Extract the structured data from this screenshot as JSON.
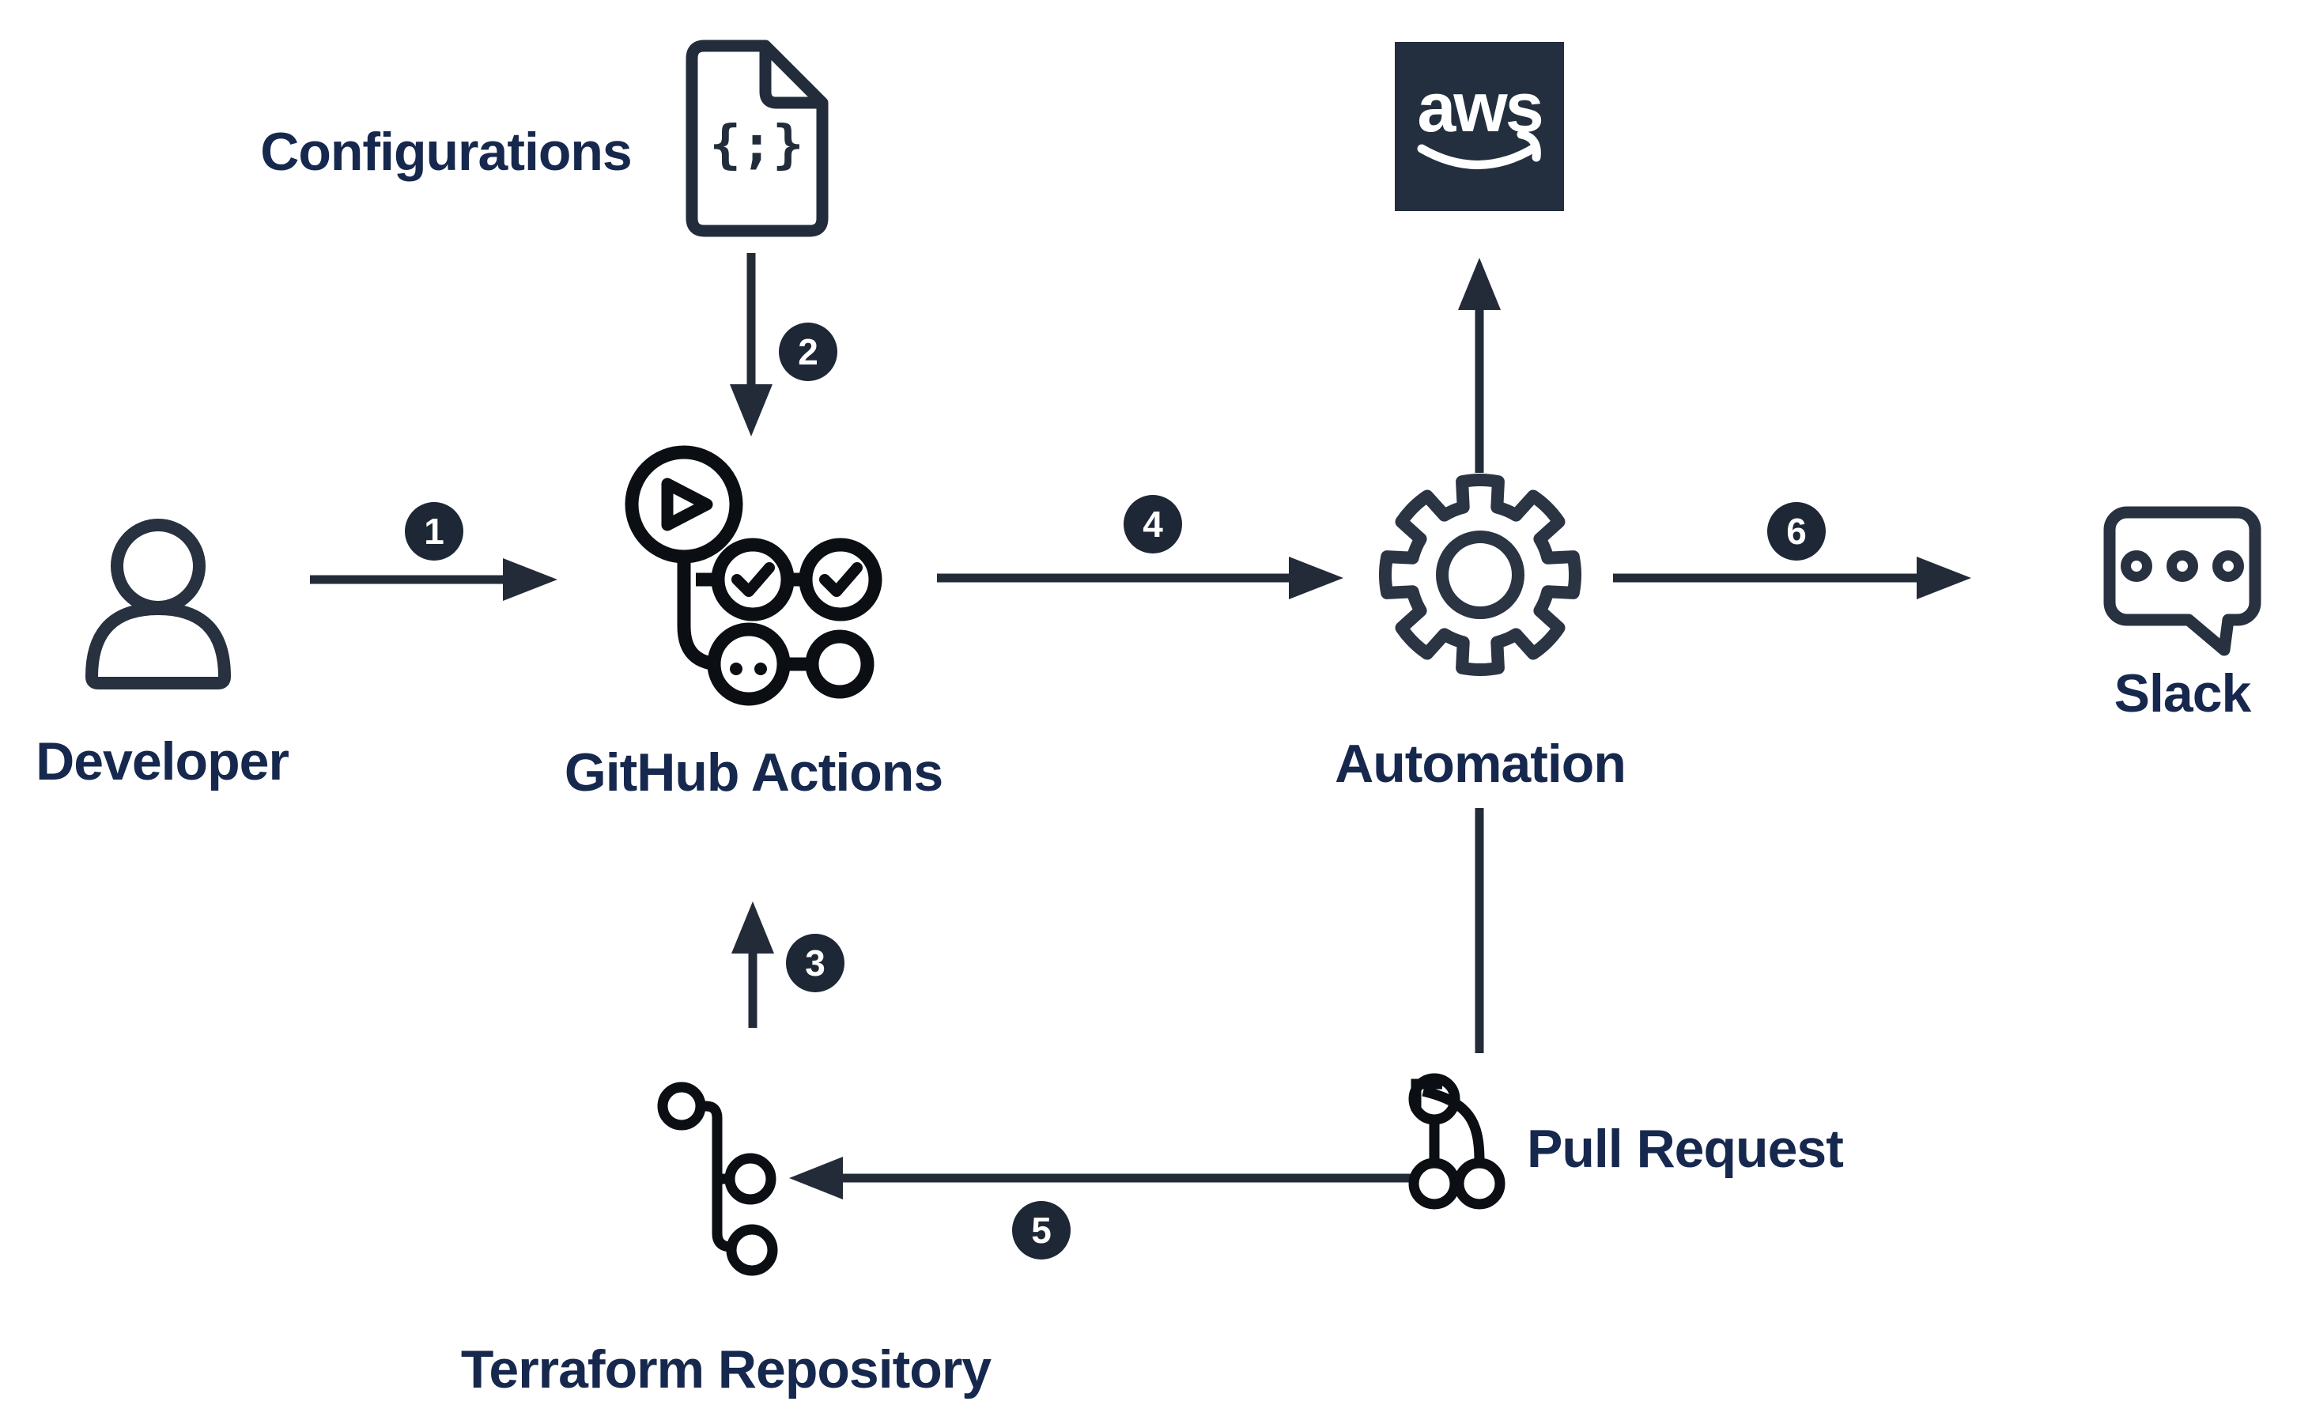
{
  "colors": {
    "background": "#ffffff",
    "label_text": "#16284d",
    "icon_stroke": "#27313f",
    "git_icon_stroke": "#0b0e13",
    "arrow": "#232b39",
    "badge_bg": "#1e2735",
    "badge_text": "#ffffff",
    "aws_box_bg": "#232f3e",
    "aws_logo": "#ffffff"
  },
  "nodes": {
    "developer": {
      "label": "Developer",
      "icon": "person-icon"
    },
    "configurations": {
      "label": "Configurations",
      "icon": "code-document-icon",
      "icon_glyph": "{;}"
    },
    "github_actions": {
      "label": "GitHub Actions",
      "icon": "github-actions-workflow-icon"
    },
    "automation": {
      "label": "Automation",
      "icon": "gear-icon"
    },
    "aws": {
      "label": "aws",
      "icon": "aws-logo-icon"
    },
    "slack": {
      "label": "Slack",
      "icon": "chat-bubble-icon"
    },
    "pull_request": {
      "label": "Pull Request",
      "icon": "git-pull-request-icon"
    },
    "terraform_repository": {
      "label": "Terraform Repository",
      "icon": "git-branch-icon"
    }
  },
  "steps": [
    {
      "number": "1",
      "from": "Developer",
      "to": "GitHub Actions"
    },
    {
      "number": "2",
      "from": "Configurations",
      "to": "GitHub Actions"
    },
    {
      "number": "3",
      "from": "Terraform Repository",
      "to": "GitHub Actions"
    },
    {
      "number": "4",
      "from": "GitHub Actions",
      "to": "Automation"
    },
    {
      "number": "5",
      "from": "Pull Request",
      "to": "Terraform Repository"
    },
    {
      "number": "6",
      "from": "Automation",
      "to": "Slack"
    }
  ],
  "unnumbered_connections": [
    {
      "from": "Automation",
      "to": "aws",
      "style": "arrow-up"
    },
    {
      "from": "Automation",
      "to": "Pull Request",
      "style": "plain-line"
    }
  ]
}
